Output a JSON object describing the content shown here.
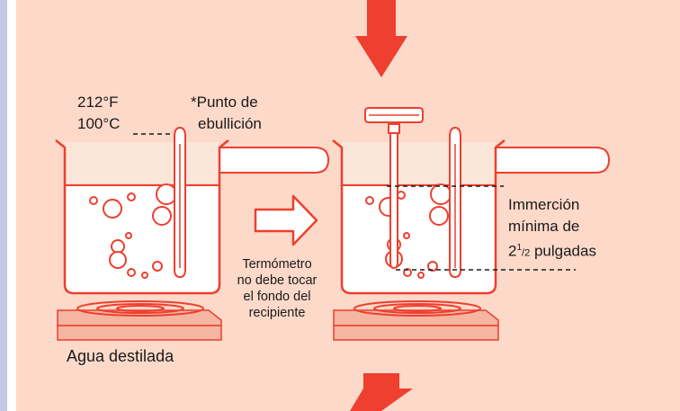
{
  "labels": {
    "temp_f": "212°F",
    "temp_c": "100°C",
    "boiling_point_line1": "*Punto de",
    "boiling_point_line2": "ebullición",
    "thermometer_note": [
      "Termómetro",
      "no debe tocar",
      "el fondo del",
      "recipiente"
    ],
    "immersion_line1": "Immerción",
    "immersion_line2": "mínima de",
    "immersion_line3_number": "2",
    "immersion_line3_num": "1",
    "immersion_line3_den": "2",
    "immersion_line3_unit": " pulgadas",
    "distilled_water": "Agua destilada"
  },
  "colors": {
    "panel_bg": "#fdd9c9",
    "left_bar": "#c7c9e4",
    "arrow_red": "#ee3f2f",
    "outline": "#ee3f2f",
    "water": "#ffffff",
    "beaker_upper": "#fbe6da",
    "heater": "#f4b6a1"
  }
}
